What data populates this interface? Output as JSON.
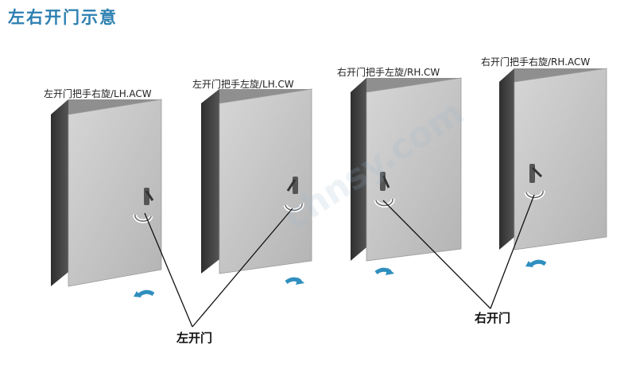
{
  "title": "左右开门示意",
  "cabinets": [
    {
      "label": "左开门把手右旋/LH.ACW"
    },
    {
      "label": "左开门把手左旋/LH.CW"
    },
    {
      "label": "右开门把手左旋/RH.CW"
    },
    {
      "label": "右开门把手右旋/RH.ACW"
    }
  ],
  "callouts": {
    "left": "左开门",
    "right": "右开门"
  },
  "watermark": "chnsy.com",
  "colors": {
    "title": "#2c7fb0",
    "arrow": "#2f8fbf",
    "cabinet_front": "#c2c2c2",
    "cabinet_side": "#3c3c3c",
    "cabinet_top": "#8f8f8f"
  }
}
